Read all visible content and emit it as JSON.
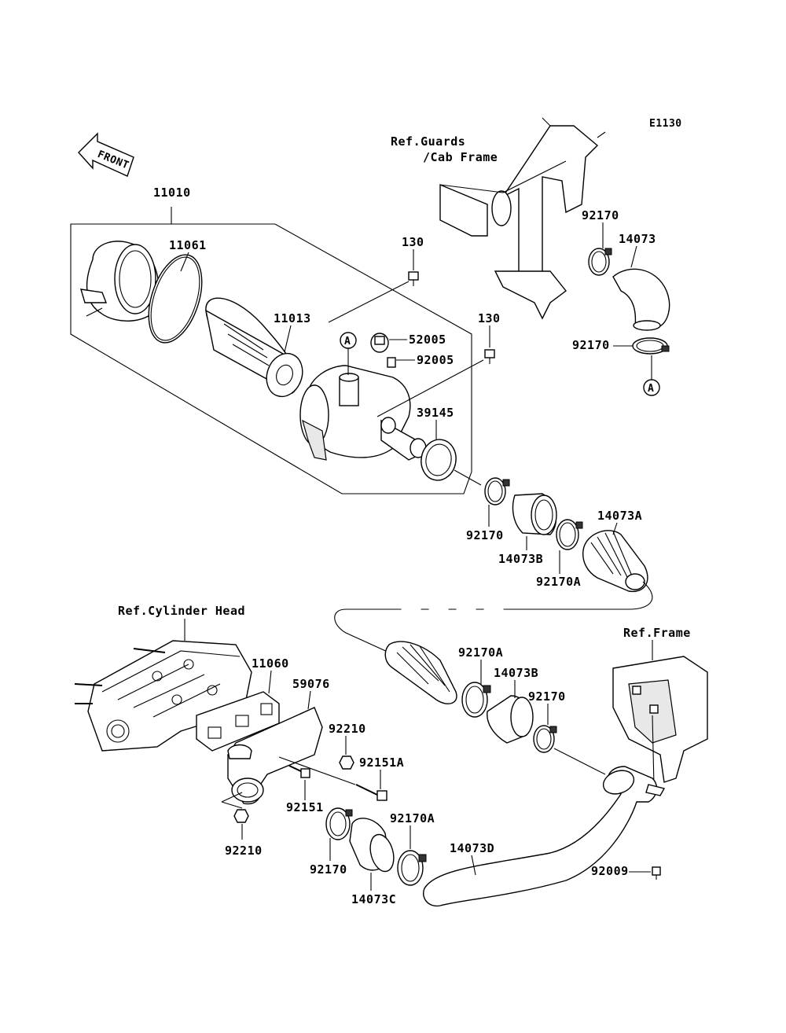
{
  "diagram": {
    "code": "E1130",
    "front_label": "FRONT",
    "ref_labels": {
      "guards_line1": "Ref.Guards",
      "guards_line2": "/Cab Frame",
      "cylinder_head": "Ref.Cylinder Head",
      "frame": "Ref.Frame"
    },
    "circle_marker": "A",
    "parts": {
      "p11010": "11010",
      "p11061": "11061",
      "p11013": "11013",
      "p130a": "130",
      "p130b": "130",
      "p52005": "52005",
      "p92005": "92005",
      "p39145": "39145",
      "p92170_top": "92170",
      "p14073": "14073",
      "p92170_top2": "92170",
      "p92170_mid": "92170",
      "p14073B_mid": "14073B",
      "p92170A_mid": "92170A",
      "p14073A": "14073A",
      "p11060": "11060",
      "p59076": "59076",
      "p92210_a": "92210",
      "p92151A": "92151A",
      "p92151": "92151",
      "p92210_b": "92210",
      "p92170A_low": "92170A",
      "p14073B_low": "14073B",
      "p92170_low": "92170",
      "p92170_bot": "92170",
      "p14073C": "14073C",
      "p92170A_bot": "92170A",
      "p14073D": "14073D",
      "p92009": "92009"
    }
  }
}
